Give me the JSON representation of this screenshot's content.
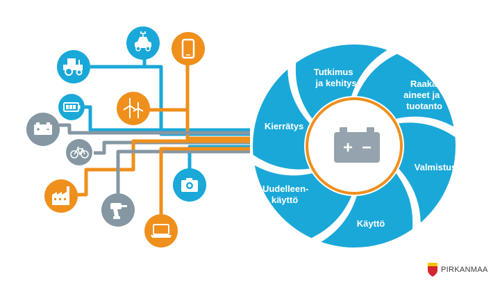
{
  "colors": {
    "blue": "#1aa8d8",
    "orange": "#ef8f1c",
    "gray": "#7c8e9b",
    "battery": "#94a3ad",
    "logo_red": "#d22630",
    "logo_yellow": "#f5c400"
  },
  "cycle": {
    "segments": [
      {
        "label_lines": [
          "Tutkimus",
          "ja kehitys"
        ]
      },
      {
        "label_lines": [
          "Raaka-",
          "aineet ja",
          "tuotanto"
        ]
      },
      {
        "label_lines": [
          "Valmistus"
        ]
      },
      {
        "label_lines": [
          "Käyttö"
        ]
      },
      {
        "label_lines": [
          "Uudelleen-",
          "käyttö"
        ]
      },
      {
        "label_lines": [
          "Kierrätys"
        ]
      }
    ],
    "center_icon": "car-battery-icon",
    "center_symbols": [
      "+",
      "−"
    ]
  },
  "nodes": [
    {
      "icon": "electric-car-icon",
      "color": "blue"
    },
    {
      "icon": "smartphone-icon",
      "color": "orange"
    },
    {
      "icon": "tractor-icon",
      "color": "blue"
    },
    {
      "icon": "battery-pack-icon",
      "color": "blue"
    },
    {
      "icon": "wind-turbine-icon",
      "color": "orange"
    },
    {
      "icon": "car-battery-icon",
      "color": "gray"
    },
    {
      "icon": "bicycle-icon",
      "color": "gray"
    },
    {
      "icon": "camera-icon",
      "color": "blue"
    },
    {
      "icon": "factory-icon",
      "color": "orange"
    },
    {
      "icon": "power-drill-icon",
      "color": "gray"
    },
    {
      "icon": "laptop-icon",
      "color": "orange"
    }
  ],
  "brand": {
    "name": "PIRKANMAA"
  }
}
